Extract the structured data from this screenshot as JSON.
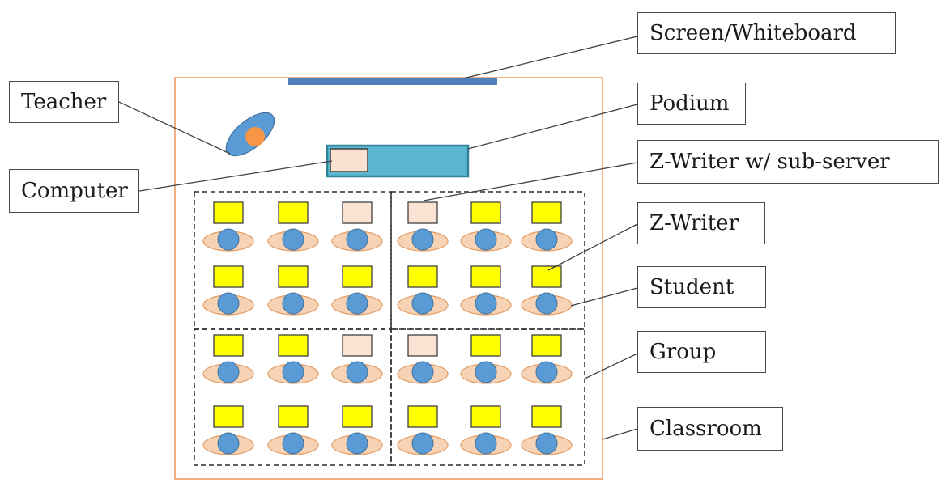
{
  "labels": {
    "screen": "Screen/Whiteboard",
    "teacher": "Teacher",
    "podium": "Podium",
    "computer": "Computer",
    "zwriter_sub": "Z-Writer w/ sub-server",
    "zwriter": "Z-Writer",
    "student": "Student",
    "group": "Group",
    "classroom": "Classroom"
  },
  "colors": {
    "classroom_border": "#f3b083",
    "screen": "#4f81bd",
    "podium_fill": "#5bb7cf",
    "podium_border": "#31849b",
    "computer_fill": "#fbe2d0",
    "zwriter_fill": "#ffff00",
    "zwriter_sub_fill": "#fbe3d3",
    "device_border": "#404040",
    "desk_fill": "#f7d3b5",
    "desk_border": "#e39c63",
    "student_fill": "#5b9bd5",
    "teacher_body": "#5b9bd5",
    "teacher_head": "#f79646",
    "leader_line": "#404040",
    "group_border": "#2a2a2a"
  },
  "layout_grid": {
    "rows": [
      [
        "zwriter",
        "zwriter",
        "zwriter_sub",
        "zwriter_sub",
        "zwriter",
        "zwriter"
      ],
      [
        "zwriter",
        "zwriter",
        "zwriter",
        "zwriter",
        "zwriter",
        "zwriter"
      ],
      [
        "zwriter",
        "zwriter",
        "zwriter_sub",
        "zwriter_sub",
        "zwriter",
        "zwriter"
      ],
      [
        "zwriter",
        "zwriter",
        "zwriter",
        "zwriter",
        "zwriter",
        "zwriter"
      ]
    ]
  }
}
